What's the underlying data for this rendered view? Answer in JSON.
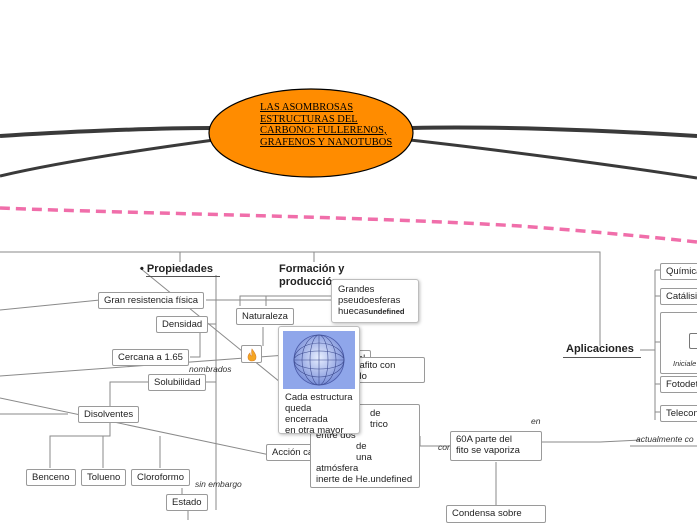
{
  "central_topic": {
    "line1": "LAS ASOMBROSAS",
    "line2": "ESTRUCTURAS DEL",
    "line3": "CARBONO: FULLERENOS,",
    "line4": "GRAFENOS Y NANOTUBOS"
  },
  "headings": {
    "propiedades": "Propiedades",
    "formacion_line1": "Formación y",
    "formacion_line2": "producción",
    "aplicaciones": "Aplicaciones"
  },
  "nodes": {
    "gran_resistencia": "Gran resistencia física",
    "densidad": "Densidad",
    "cercana": "Cercana a 1.65",
    "solubilidad": "Solubilidad",
    "disolventes": "Disolventes",
    "benceno": "Benceno",
    "tolueno": "Tolueno",
    "cloroformo": "Cloroformo",
    "estado": "Estado",
    "naturaleza": "Naturaleza",
    "accion_catalitica": "Acción catalítica",
    "grandes_line1": "Grandes",
    "grandes_line2": "pseudoesferas",
    "grandes_line3": "huecas",
    "grandes_suffix": "undefined",
    "cada_line1": "Cada estructura",
    "cada_line2": "queda encerrada",
    "cada_line3": "en otra mayor",
    "tral": "tral",
    "grafito_line1": "grafito con",
    "grafito_line2": "ado",
    "arco_line1": "de",
    "arco_line2": "trico",
    "arco_line3": "entre dos",
    "arco_line4": "de",
    "arco_line5": "una",
    "arco_line6": "atmósfera",
    "arco_line7": "inerte de He.undefined",
    "vaporiza_line1": "60A parte del",
    "vaporiza_line2": "fito se vaporiza",
    "condensa": "Condensa sobre",
    "quimica": "Química",
    "catalisis": "Catálisis",
    "iniciale": "Iniciale",
    "fotodet": "Fotodete",
    "telecom": "Telecom"
  },
  "link_labels": {
    "nombrados": "nombrados",
    "sin_embargo": "sin embargo",
    "en": "en",
    "como": "como",
    "actualmente": "actualmente co"
  },
  "colors": {
    "central_fill": "#ff8c00",
    "central_stroke": "#000000",
    "dashed_line": "#f06eaa",
    "main_branch": "#3a3a3a",
    "connector": "#8a8a8a",
    "fire_icon": "#f5a623",
    "molecule": "#7f9fe0"
  },
  "icons": {
    "fire": "fire-icon",
    "molecule": "fullerene-molecule-image"
  }
}
